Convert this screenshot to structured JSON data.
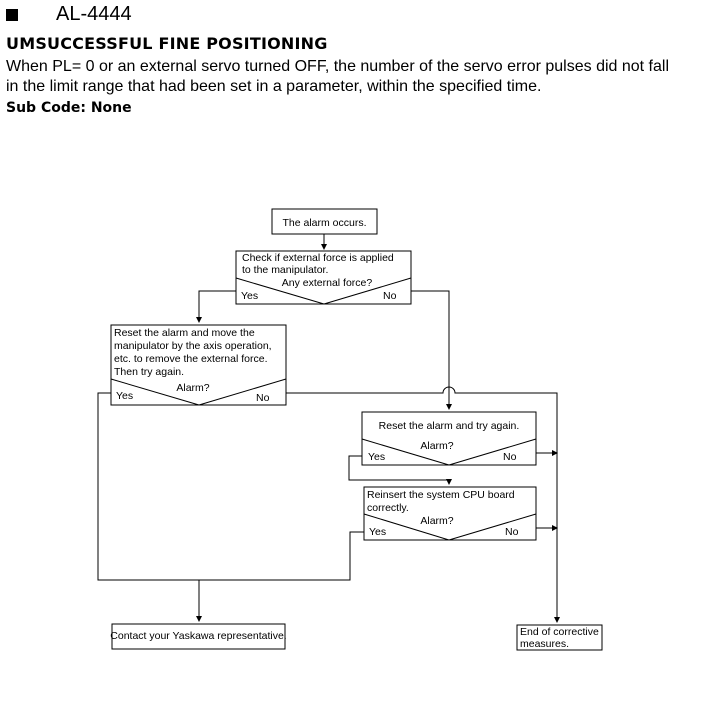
{
  "header": {
    "code": "AL-4444",
    "title": "UMSUCCESSFUL FINE POSITIONING",
    "description_line1": "When PL= 0 or an external servo turned OFF, the number of the servo error pulses did not fall",
    "description_line2": "in the limit range that had been set in a parameter, within the specified time.",
    "sub_code": "Sub Code: None"
  },
  "flow": {
    "start": "The alarm occurs.",
    "check_force": {
      "line1": "Check if external force is applied",
      "line2": "to the manipulator.",
      "question": "Any external force?",
      "yes": "Yes",
      "no": "No"
    },
    "reset_axis": {
      "line1": "Reset the alarm and move the",
      "line2": "manipulator by the axis operation,",
      "line3": "etc. to remove the external force.",
      "line4": "Then try again.",
      "question": "Alarm?",
      "yes": "Yes",
      "no": "No"
    },
    "reset_again": {
      "line1": "Reset the alarm and try again.",
      "question": "Alarm?",
      "yes": "Yes",
      "no": "No"
    },
    "reinsert_cpu": {
      "line1": "Reinsert the system CPU board",
      "line2": "correctly.",
      "question": "Alarm?",
      "yes": "Yes",
      "no": "No"
    },
    "contact": "Contact your Yaskawa representative.",
    "end": {
      "line1": "End of corrective",
      "line2": "measures."
    }
  }
}
